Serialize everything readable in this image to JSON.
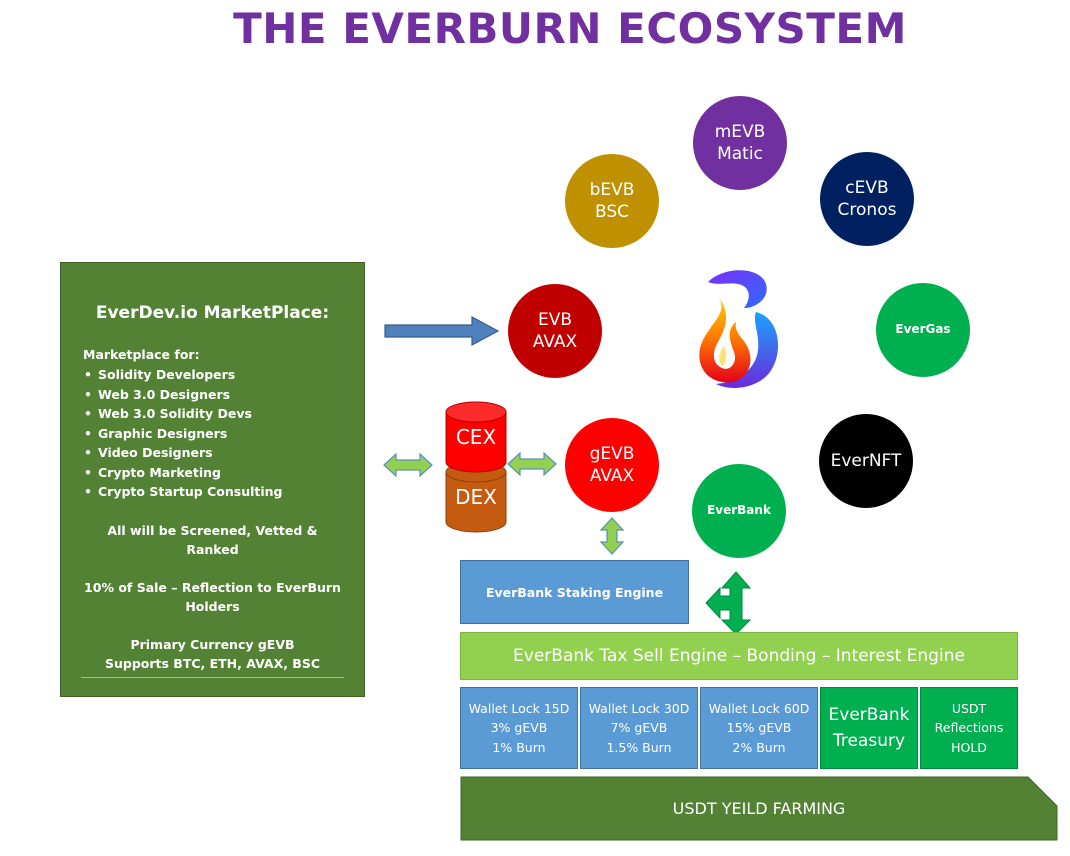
{
  "title": "THE EVERBURN ECOSYSTEM",
  "colors": {
    "title": "#7030a0",
    "marketplace": "#548235",
    "evb_avax": "#c00000",
    "gevb_avax": "#ff0000",
    "bevb_bsc": "#bf9000",
    "mevb_matic": "#7030a0",
    "cevb_cronos": "#002060",
    "evergas": "#00b050",
    "evernft": "#000000",
    "everbank": "#00b050",
    "staking": "#5b9bd5",
    "tax_sell": "#92d050",
    "cex": "#ff0000",
    "dex": "#c55a11",
    "farming": "#548235"
  },
  "circles": {
    "mevb": {
      "line1": "mEVB",
      "line2": "Matic"
    },
    "bevb": {
      "line1": "bEVB",
      "line2": "BSC"
    },
    "cevb": {
      "line1": "cEVB",
      "line2": "Cronos"
    },
    "evb": {
      "line1": "EVB",
      "line2": "AVAX"
    },
    "evergas": {
      "label": "EverGas"
    },
    "evernft": {
      "label": "EverNFT"
    },
    "gevb": {
      "line1": "gEVB",
      "line2": "AVAX"
    },
    "everbank": {
      "label": "EverBank"
    }
  },
  "logo": {
    "icon": "everburn-flame-b-logo"
  },
  "exchanges": {
    "cex": "CEX",
    "dex": "DEX"
  },
  "marketplace": {
    "title": "EverDev.io MarketPlace:",
    "intro": "Marketplace for:",
    "items": [
      "Solidity Developers",
      "Web 3.0 Designers",
      "Web 3.0 Solidity Devs",
      "Graphic Designers",
      "Video Designers",
      "Crypto Marketing",
      "Crypto Startup Consulting"
    ],
    "screened": "All will be Screened, Vetted & Ranked",
    "reflection_line1": "10% of Sale – Reflection to EverBurn",
    "reflection_line2": "Holders",
    "currency_line1": "Primary Currency gEVB",
    "currency_line2": "Supports BTC, ETH, AVAX, BSC"
  },
  "staking": "EverBank Staking Engine",
  "tax_sell": "EverBank Tax Sell Engine – Bonding – Interest Engine",
  "locks": [
    {
      "line1": "Wallet Lock 15D",
      "line2": "3% gEVB",
      "line3": "1% Burn"
    },
    {
      "line1": "Wallet Lock 30D",
      "line2": "7% gEVB",
      "line3": "1.5% Burn"
    },
    {
      "line1": "Wallet Lock 60D",
      "line2": "15% gEVB",
      "line3": "2% Burn"
    }
  ],
  "treasury": {
    "line1": "EverBank",
    "line2": "Treasury"
  },
  "usdt_box": {
    "line1": "USDT",
    "line2": "Reflections",
    "line3": "HOLD"
  },
  "farming": "USDT YEILD FARMING"
}
